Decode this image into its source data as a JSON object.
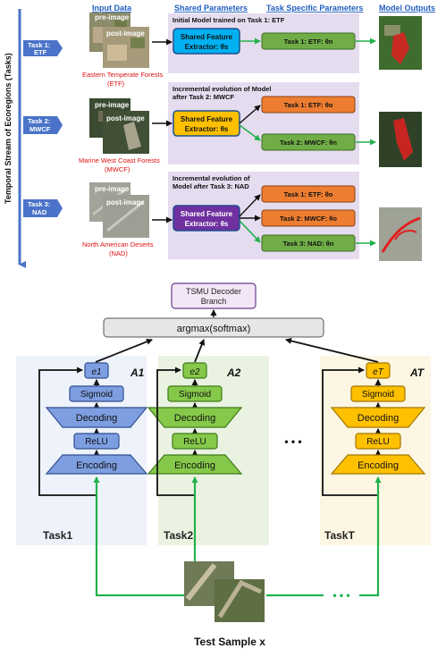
{
  "top": {
    "headers": {
      "input": "Input Data",
      "shared": "Shared Parameters",
      "task_specific": "Task Specific Parameters",
      "outputs": "Model Outputs"
    },
    "axis_label": "Temporal Stream of Ecoregions (Tasks)",
    "image_labels": {
      "pre": "pre-image",
      "post": "post-image"
    },
    "rows": [
      {
        "task_line1": "Task 1:",
        "task_line2": "ETF",
        "region_line1": "Eastern Temperate Forests",
        "region_line2": "(ETF)",
        "panel_title_1": "Initial Model trained on Task 1: ETF",
        "panel_title_2": "",
        "extractor_line1": "Shared Feature",
        "extractor_line2": "Extractor: θs",
        "heads": [
          "Task 1:  ETF:  θn"
        ]
      },
      {
        "task_line1": "Task 2:",
        "task_line2": "MWCF",
        "region_line1": "Marine West Coast Forests",
        "region_line2": "(MWCF)",
        "panel_title_1": "Incremental evolution of Model",
        "panel_title_2": "after Task 2: MWCF",
        "extractor_line1": "Shared Feature",
        "extractor_line2": "Extractor: θs",
        "heads": [
          "Task 1:  ETF:  θo",
          "Task 2:  MWCF:  θn"
        ]
      },
      {
        "task_line1": "Task 3:",
        "task_line2": "NAD",
        "region_line1": "North American Deserts",
        "region_line2": "(NAD)",
        "panel_title_1": "Incremental evolution of",
        "panel_title_2": "Model after Task 3: NAD",
        "extractor_line1": "Shared Feature",
        "extractor_line2": "Extractor: θs",
        "heads": [
          "Task 1:  ETF:  θo",
          "Task 2:  MWCF:  θo",
          "Task 3:  NAD:  θn"
        ]
      }
    ]
  },
  "bottom": {
    "decoder_line1": "TSMU Decoder",
    "decoder_line2": "Branch",
    "argmax": "argmax(softmax)",
    "ellipsis": "• • •",
    "ellipsis_bottom": "• • •",
    "test_sample": "Test Sample x",
    "layers": {
      "sigmoid": "Sigmoid",
      "decoding": "Decoding",
      "relu": "ReLU",
      "encoding": "Encoding"
    },
    "columns": [
      {
        "e_label": "e1",
        "a_label": "A1",
        "task_label": "Task1",
        "color": "#7d9ee0",
        "border": "#2f4f8f",
        "bg": "#eef2fa"
      },
      {
        "e_label": "e2",
        "a_label": "A2",
        "task_label": "Task2",
        "color": "#86c94a",
        "border": "#3d7a1a",
        "bg": "#eaf3e2"
      },
      {
        "e_label": "eT",
        "a_label": "AT",
        "task_label": "TaskT",
        "color": "#ffc000",
        "border": "#a07800",
        "bg": "#fdf6e2"
      }
    ]
  },
  "colors": {
    "arrow_blue": "#4a73c9",
    "panel_purple": "#e5dcef",
    "extractor_blue": "#00b0f0",
    "extractor_yellow": "#ffc000",
    "extractor_purple": "#7030a0",
    "head_green": "#70ad47",
    "head_orange": "#ed7d31",
    "connector_green": "#22b14c"
  }
}
